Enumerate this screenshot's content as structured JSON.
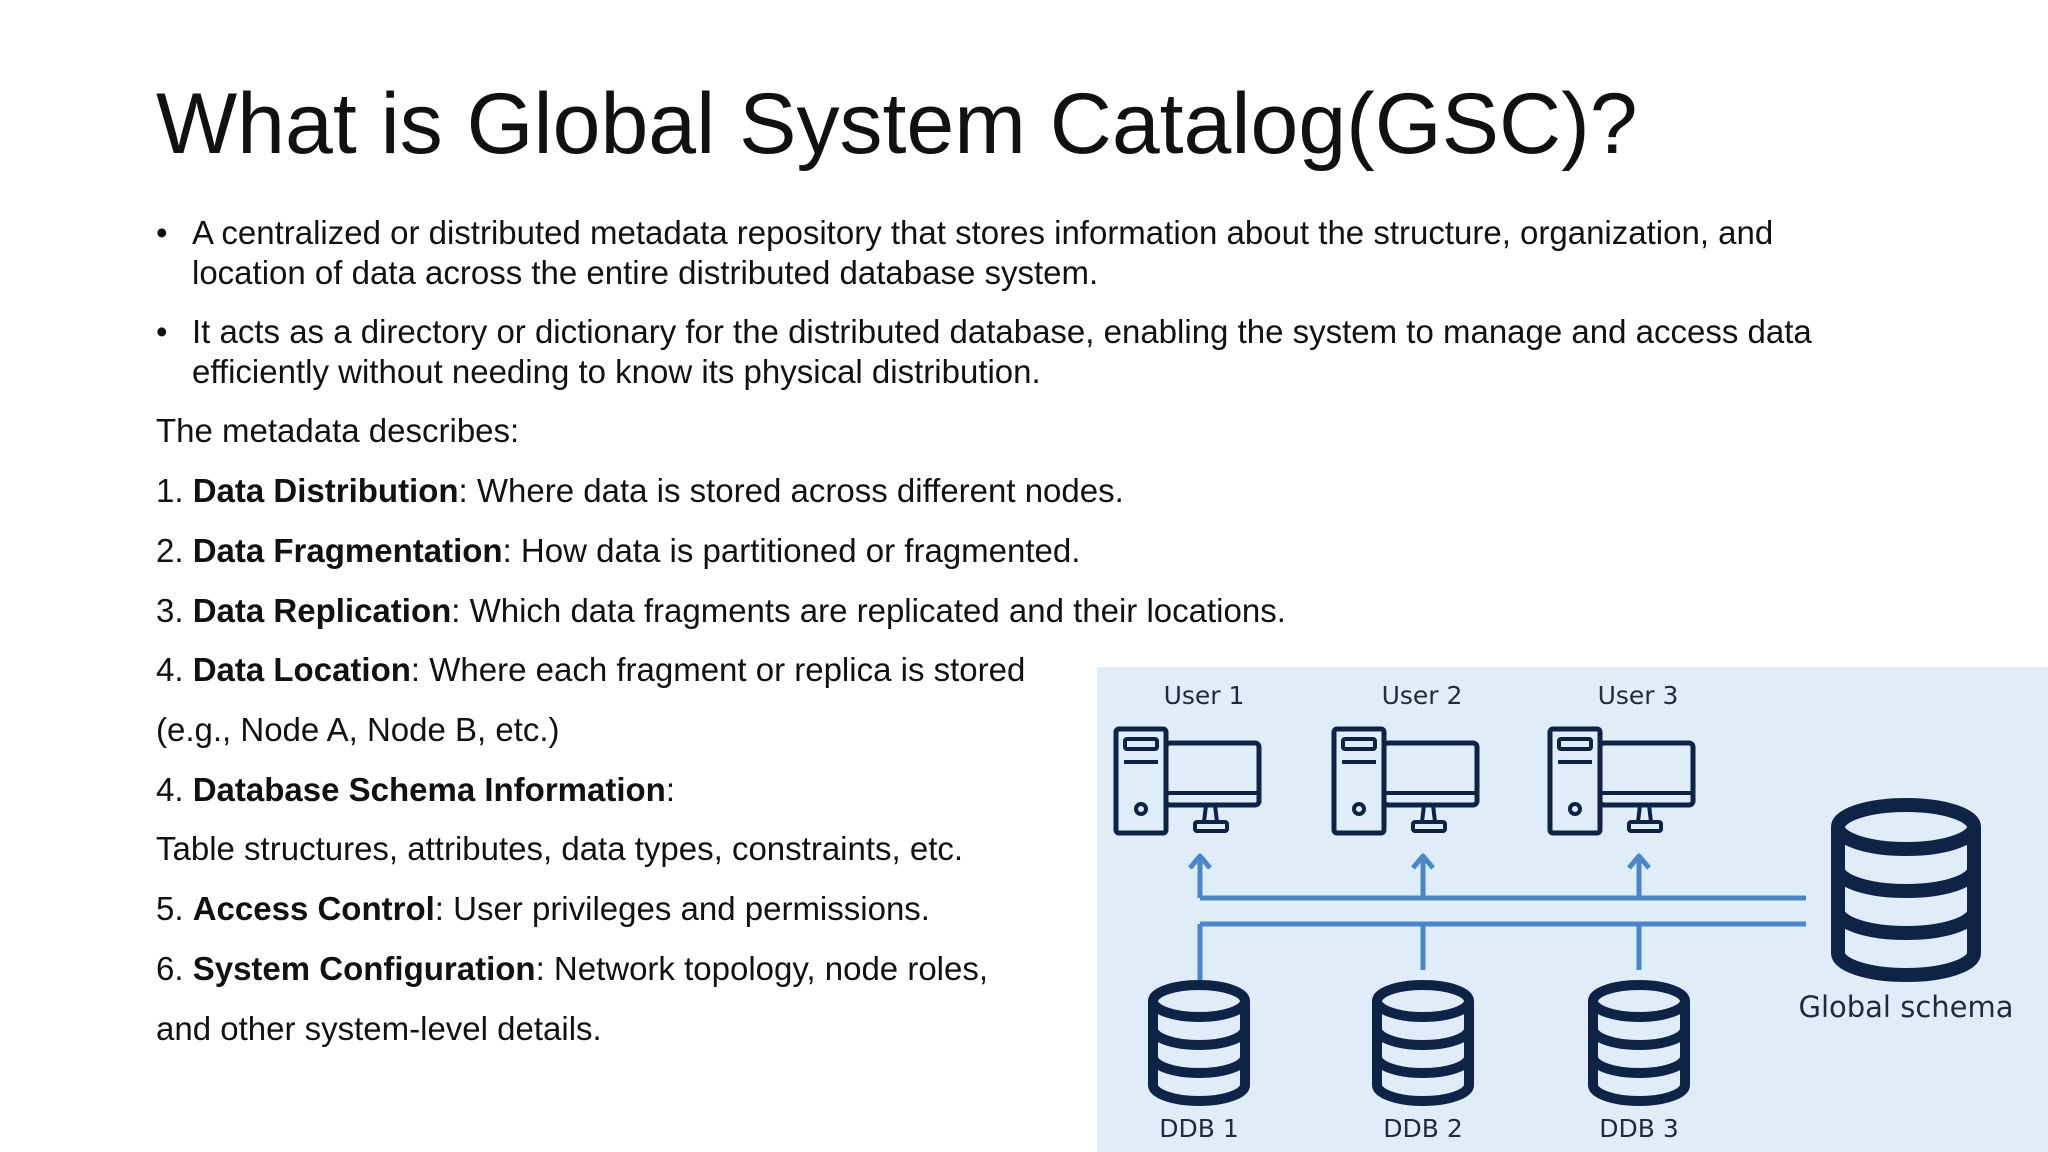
{
  "slide": {
    "title": "What is Global System Catalog(GSC)?",
    "bullets": [
      "A centralized or distributed metadata repository that stores information about the structure, organization, and location of data across the entire distributed database system.",
      "It acts as a directory or dictionary for the distributed database, enabling the system to manage and access data efficiently without needing to know its physical distribution."
    ],
    "bullet_glyph": "•",
    "intro": "The metadata describes:",
    "items": [
      {
        "num": "1.",
        "term": "Data Distribution",
        "desc": ": Where data is stored across different nodes."
      },
      {
        "num": "2.",
        "term": "Data Fragmentation",
        "desc": ": How data is partitioned or fragmented."
      },
      {
        "num": "3.",
        "term": "Data Replication",
        "desc": ": Which data fragments are replicated and their locations."
      },
      {
        "num": "4.",
        "term": "Data Location",
        "desc": ": Where each fragment or replica is stored"
      },
      {
        "num": "",
        "term": "",
        "desc": "(e.g., Node A, Node B, etc.)"
      },
      {
        "num": "4.",
        "term": "Database Schema Information",
        "desc": ":"
      },
      {
        "num": "",
        "term": "",
        "desc": "Table structures, attributes, data types, constraints, etc."
      },
      {
        "num": "5.",
        "term": "Access Control",
        "desc": ": User privileges and permissions."
      },
      {
        "num": "6.",
        "term": "System Configuration",
        "desc": ": Network topology, node roles,"
      },
      {
        "num": "",
        "term": "",
        "desc": "and other system-level details."
      }
    ]
  },
  "diagram": {
    "users": [
      "User 1",
      "User 2",
      "User 3"
    ],
    "databases": [
      "DDB 1",
      "DDB 2",
      "DDB 3"
    ],
    "global_label": "Global schema",
    "icons": [
      "computer-icon",
      "database-icon",
      "arrow-up-icon"
    ],
    "colors": {
      "background": "#deedf8",
      "icon": "#0f2347",
      "line": "#4a86c8",
      "text": "#1e2a40"
    }
  }
}
